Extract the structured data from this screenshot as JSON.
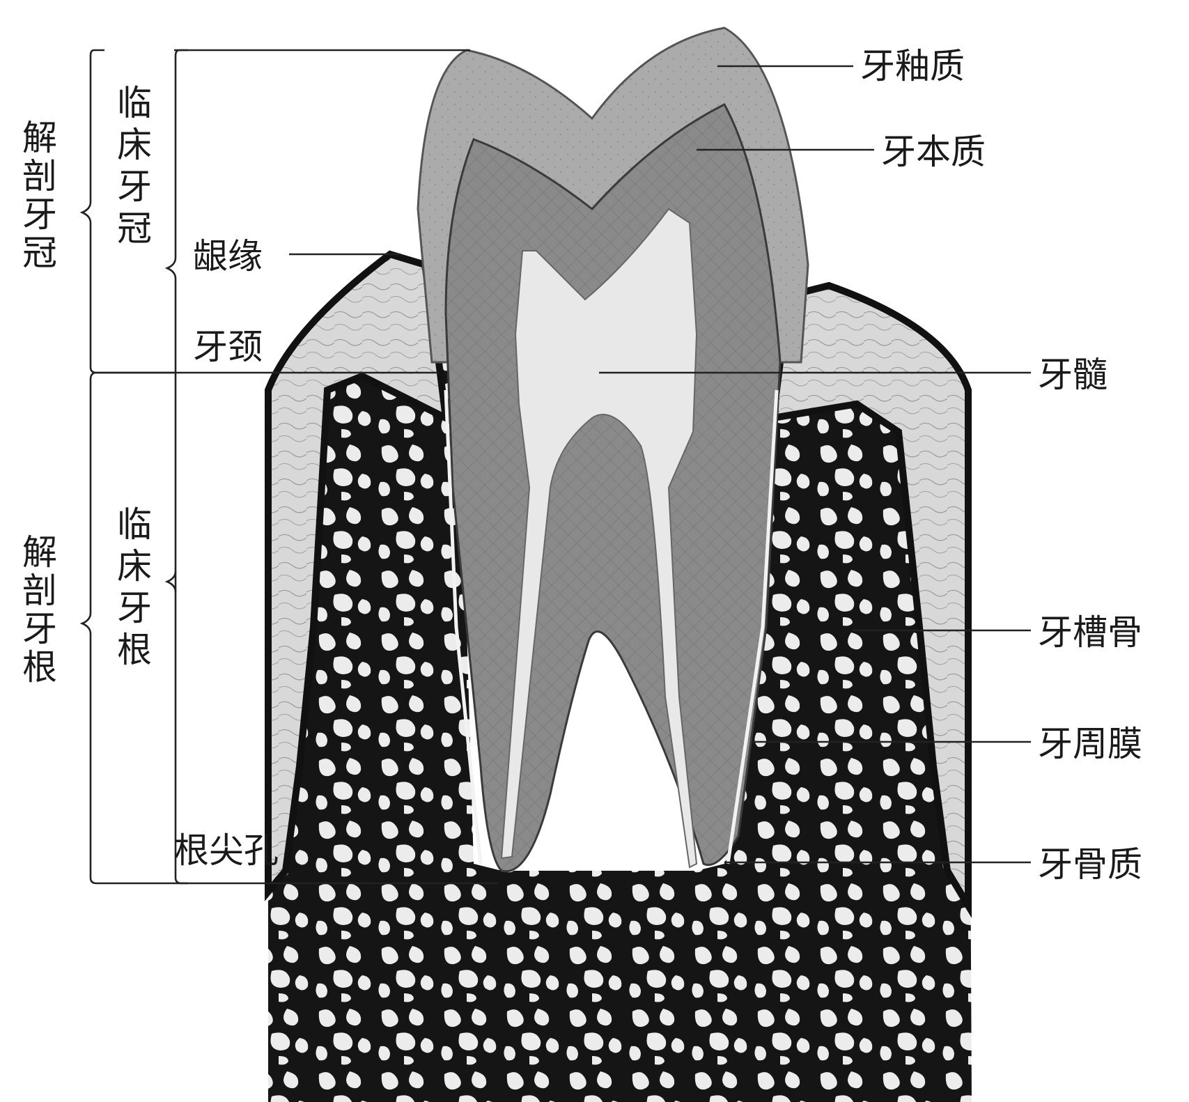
{
  "labels": {
    "enamel": "牙釉质",
    "dentin": "牙本质",
    "gingival_margin": "龈缘",
    "tooth_neck": "牙颈",
    "pulp": "牙髓",
    "alveolar_bone": "牙槽骨",
    "periodontal_membrane": "牙周膜",
    "apical_foramen": "根尖孔",
    "cementum": "牙骨质"
  },
  "brackets": {
    "anatomical_crown": [
      "解",
      "剖",
      "牙",
      "冠"
    ],
    "clinical_crown": [
      "临",
      "床",
      "牙",
      "冠"
    ],
    "anatomical_root": [
      "解",
      "剖",
      "牙",
      "根"
    ],
    "clinical_root": [
      "临",
      "床",
      "牙",
      "根"
    ]
  },
  "colors": {
    "background": "#ffffff",
    "enamel": "#a9a9a9",
    "dentin": "#8d8d8d",
    "pulp": "#e6e6e6",
    "bone_dark": "#141414",
    "bone_light": "#e9e9e9",
    "gum": "#cfcfcf",
    "ink": "#1a1a1a"
  }
}
